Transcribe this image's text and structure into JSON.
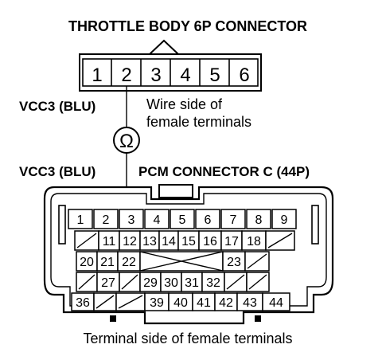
{
  "labels": {
    "top_connector_title": "THROTTLE BODY 6P CONNECTOR",
    "vcc3_upper": "VCC3 (BLU)",
    "wire_side_line1": "Wire side of",
    "wire_side_line2": "female terminals",
    "ohm_symbol": "Ω",
    "vcc3_lower": "VCC3 (BLU)",
    "pcm_title": "PCM CONNECTOR C (44P)",
    "terminal_side": "Terminal side of female terminals"
  },
  "connector_6p": {
    "terminals": [
      "1",
      "2",
      "3",
      "4",
      "5",
      "6"
    ]
  },
  "connector_44p": {
    "row1": [
      "1",
      "2",
      "3",
      "4",
      "5",
      "6",
      "7",
      "8",
      "9"
    ],
    "row2": [
      "",
      "11",
      "12",
      "13",
      "14",
      "15",
      "16",
      "17",
      "18",
      ""
    ],
    "row3": [
      "20",
      "21",
      "22",
      "",
      "",
      "",
      "",
      "23",
      ""
    ],
    "row4": [
      "",
      "27",
      "",
      "29",
      "30",
      "31",
      "32",
      "",
      ""
    ],
    "row5": [
      "36",
      "",
      "",
      "39",
      "40",
      "41",
      "42",
      "43",
      "44"
    ]
  }
}
